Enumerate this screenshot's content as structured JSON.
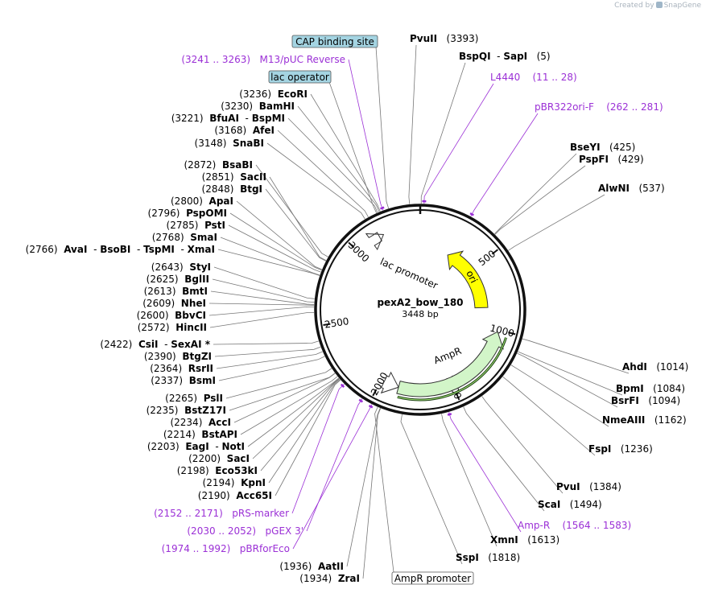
{
  "credit": {
    "text": "Created by",
    "brand": "SnapGene"
  },
  "plasmid": {
    "name": "pexA2_bow_180",
    "length_bp": 3448,
    "length_label": "3448 bp"
  },
  "colors": {
    "ring": "#111111",
    "primer": "#9b30d6",
    "ori": "#ffff00",
    "ampr": "#d2f5c8",
    "ampr_promoter": "#ffffff",
    "lac_promoter": "#ffffff",
    "boxed_feature": "#a4d4e2",
    "line": "#777777"
  },
  "scale_ticks": [
    {
      "bp": 500,
      "label": "500"
    },
    {
      "bp": 1000,
      "label": "1000"
    },
    {
      "bp": 1500,
      "label": "1500"
    },
    {
      "bp": 2000,
      "label": "2000"
    },
    {
      "bp": 2500,
      "label": "2500"
    },
    {
      "bp": 3000,
      "label": "3000"
    }
  ],
  "features": [
    {
      "name": "ori",
      "label": "ori",
      "start": 255,
      "end": 843,
      "strand": -1,
      "color": "#ffff00"
    },
    {
      "name": "AmpR",
      "label": "AmpR",
      "start": 1014,
      "end": 1874,
      "strand": -1,
      "color": "#d2f5c8"
    },
    {
      "name": "AmpR promoter",
      "label": "AmpR promoter",
      "start": 1874,
      "end": 1979,
      "strand": -1,
      "color": "#ffffff"
    },
    {
      "name": "lac promoter",
      "label": "lac promoter",
      "start": 3169,
      "end": 3199,
      "strand": 1,
      "color": "#ffffff"
    }
  ],
  "right_sites": [
    {
      "name": "PvuII",
      "pos": "(3393)",
      "bp": 3393
    },
    {
      "name": "BspQI",
      "name2": "SapI",
      "pos": "(5)",
      "bp": 5
    },
    {
      "name": "BseYI",
      "pos": "(425)",
      "bp": 425
    },
    {
      "name": "PspFI",
      "pos": "(429)",
      "bp": 429
    },
    {
      "name": "AlwNI",
      "pos": "(537)",
      "bp": 537
    },
    {
      "name": "AhdI",
      "pos": "(1014)",
      "bp": 1014
    },
    {
      "name": "BpmI",
      "pos": "(1084)",
      "bp": 1084
    },
    {
      "name": "BsrFI",
      "pos": "(1094)",
      "bp": 1094
    },
    {
      "name": "NmeAIII",
      "pos": "(1162)",
      "bp": 1162
    },
    {
      "name": "FspI",
      "pos": "(1236)",
      "bp": 1236
    },
    {
      "name": "PvuI",
      "pos": "(1384)",
      "bp": 1384
    },
    {
      "name": "ScaI",
      "pos": "(1494)",
      "bp": 1494
    },
    {
      "name": "XmnI",
      "pos": "(1613)",
      "bp": 1613
    },
    {
      "name": "SspI",
      "pos": "(1818)",
      "bp": 1818
    }
  ],
  "right_primers": [
    {
      "name": "L4440",
      "range": "(11 .. 28)",
      "bp": 20
    },
    {
      "name": "pBR322ori-F",
      "range": "(262 .. 281)",
      "bp": 272
    },
    {
      "name": "Amp-R",
      "range": "(1564 .. 1583)",
      "bp": 1574
    }
  ],
  "left_sites": [
    {
      "pos": "(3236)",
      "name": "EcoRI",
      "bp": 3236
    },
    {
      "pos": "(3230)",
      "name": "BamHI",
      "bp": 3230
    },
    {
      "pos": "(3221)",
      "name": "BfuAI",
      "name2": "BspMI",
      "bp": 3221
    },
    {
      "pos": "(3168)",
      "name": "AfeI",
      "bp": 3168
    },
    {
      "pos": "(3148)",
      "name": "SnaBI",
      "bp": 3148
    },
    {
      "pos": "(2872)",
      "name": "BsaBI",
      "bp": 2872
    },
    {
      "pos": "(2851)",
      "name": "SacII",
      "bp": 2851
    },
    {
      "pos": "(2848)",
      "name": "BtgI",
      "bp": 2848
    },
    {
      "pos": "(2800)",
      "name": "ApaI",
      "bp": 2800
    },
    {
      "pos": "(2796)",
      "name": "PspOMI",
      "bp": 2796
    },
    {
      "pos": "(2785)",
      "name": "PstI",
      "bp": 2785
    },
    {
      "pos": "(2768)",
      "name": "SmaI",
      "bp": 2768
    },
    {
      "pos": "(2766)",
      "name": "AvaI",
      "name2": "BsoBI",
      "name3": "TspMI",
      "name4": "XmaI",
      "bp": 2766
    },
    {
      "pos": "(2643)",
      "name": "StyI",
      "bp": 2643
    },
    {
      "pos": "(2625)",
      "name": "BglII",
      "bp": 2625
    },
    {
      "pos": "(2613)",
      "name": "BmtI",
      "bp": 2613
    },
    {
      "pos": "(2609)",
      "name": "NheI",
      "bp": 2609
    },
    {
      "pos": "(2600)",
      "name": "BbvCI",
      "bp": 2600
    },
    {
      "pos": "(2572)",
      "name": "HincII",
      "bp": 2572
    },
    {
      "pos": "(2422)",
      "name": "CsiI",
      "name2": "SexAI *",
      "bp": 2422
    },
    {
      "pos": "(2390)",
      "name": "BtgZI",
      "bp": 2390
    },
    {
      "pos": "(2364)",
      "name": "RsrII",
      "bp": 2364
    },
    {
      "pos": "(2337)",
      "name": "BsmI",
      "bp": 2337
    },
    {
      "pos": "(2265)",
      "name": "PslI",
      "bp": 2265
    },
    {
      "pos": "(2235)",
      "name": "BstZ17I",
      "bp": 2235
    },
    {
      "pos": "(2234)",
      "name": "AccI",
      "bp": 2234
    },
    {
      "pos": "(2214)",
      "name": "BstAPI",
      "bp": 2214
    },
    {
      "pos": "(2203)",
      "name": "EagI",
      "name2": "NotI",
      "bp": 2203
    },
    {
      "pos": "(2200)",
      "name": "SacI",
      "bp": 2200
    },
    {
      "pos": "(2198)",
      "name": "Eco53kI",
      "bp": 2198
    },
    {
      "pos": "(2194)",
      "name": "KpnI",
      "bp": 2194
    },
    {
      "pos": "(2190)",
      "name": "Acc65I",
      "bp": 2190
    },
    {
      "pos": "(1936)",
      "name": "AatII",
      "bp": 1936
    },
    {
      "pos": "(1934)",
      "name": "ZraI",
      "bp": 1934
    }
  ],
  "left_primers": [
    {
      "name": "M13/pUC Reverse",
      "range": "(3241 .. 3263)",
      "bp": 3252
    },
    {
      "name": "pRS-marker",
      "range": "(2152 .. 2171)",
      "bp": 2161
    },
    {
      "name": "pGEX 3'",
      "range": "(2030 .. 2052)",
      "bp": 2041
    },
    {
      "name": "pBRforEco",
      "range": "(1974 .. 1992)",
      "bp": 1983
    }
  ],
  "boxed_labels": [
    {
      "name": "CAP binding site",
      "bp": 3282
    },
    {
      "name": "lac operator",
      "bp": 3215
    },
    {
      "name": "AmpR promoter",
      "bp": 1950
    }
  ]
}
